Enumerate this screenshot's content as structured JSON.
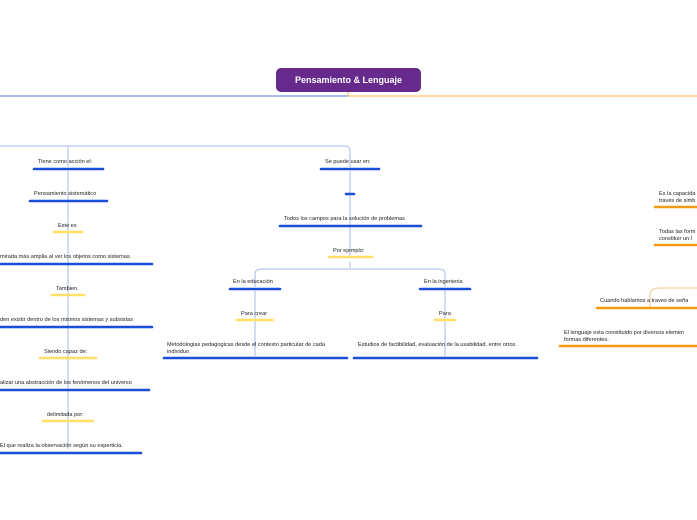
{
  "root": {
    "title": "Pensamiento & Lenguaje"
  },
  "left_branch": {
    "heading": "Tiene como acción el:",
    "n1": "Pensamiento sistemático",
    "c1": "Este es",
    "n2": "mirada más amplia al ver los objetos como sistemas.",
    "c2": "Tambien.",
    "n3": "den existir dentro de los mismos sistemas y subsistas",
    "c3": "Siendo capaz de:",
    "n4": "alizar una abstracción de los fenómenos del universo",
    "c4": "delimitada por:",
    "n5": "El que realiza la observación según su experticia."
  },
  "middle_branch": {
    "heading": "Se puede usar en:",
    "n1": "Todos los campos para la solución de problemas",
    "c1": "Por ejemplo:",
    "edu": {
      "label": "En la educación",
      "connector": "Para crear",
      "detail": "Metodologias pedagogicas desde el contexto particular de cada individuo"
    },
    "ing": {
      "label": "En la ingenieria",
      "connector": "Para",
      "detail": "Estudios de factibilidad, evaluación de la usabilidad, entre otros."
    }
  },
  "right_branch": {
    "n1": "Es la capacida\ntravés de simb",
    "n2": "Todas las form\nconstituir un l",
    "n3": "Cuando hablamos a traves de seña",
    "n4": "El lenguaje esta constituido por diversos elemen\nformas diferentes."
  },
  "colors": {
    "root": "#652a8c",
    "blue": "#1a4fd8",
    "yellow": "#ffe066",
    "orange": "#f59a12",
    "line_blue": "#4f7fe0",
    "line_orange": "#f2b54a"
  }
}
